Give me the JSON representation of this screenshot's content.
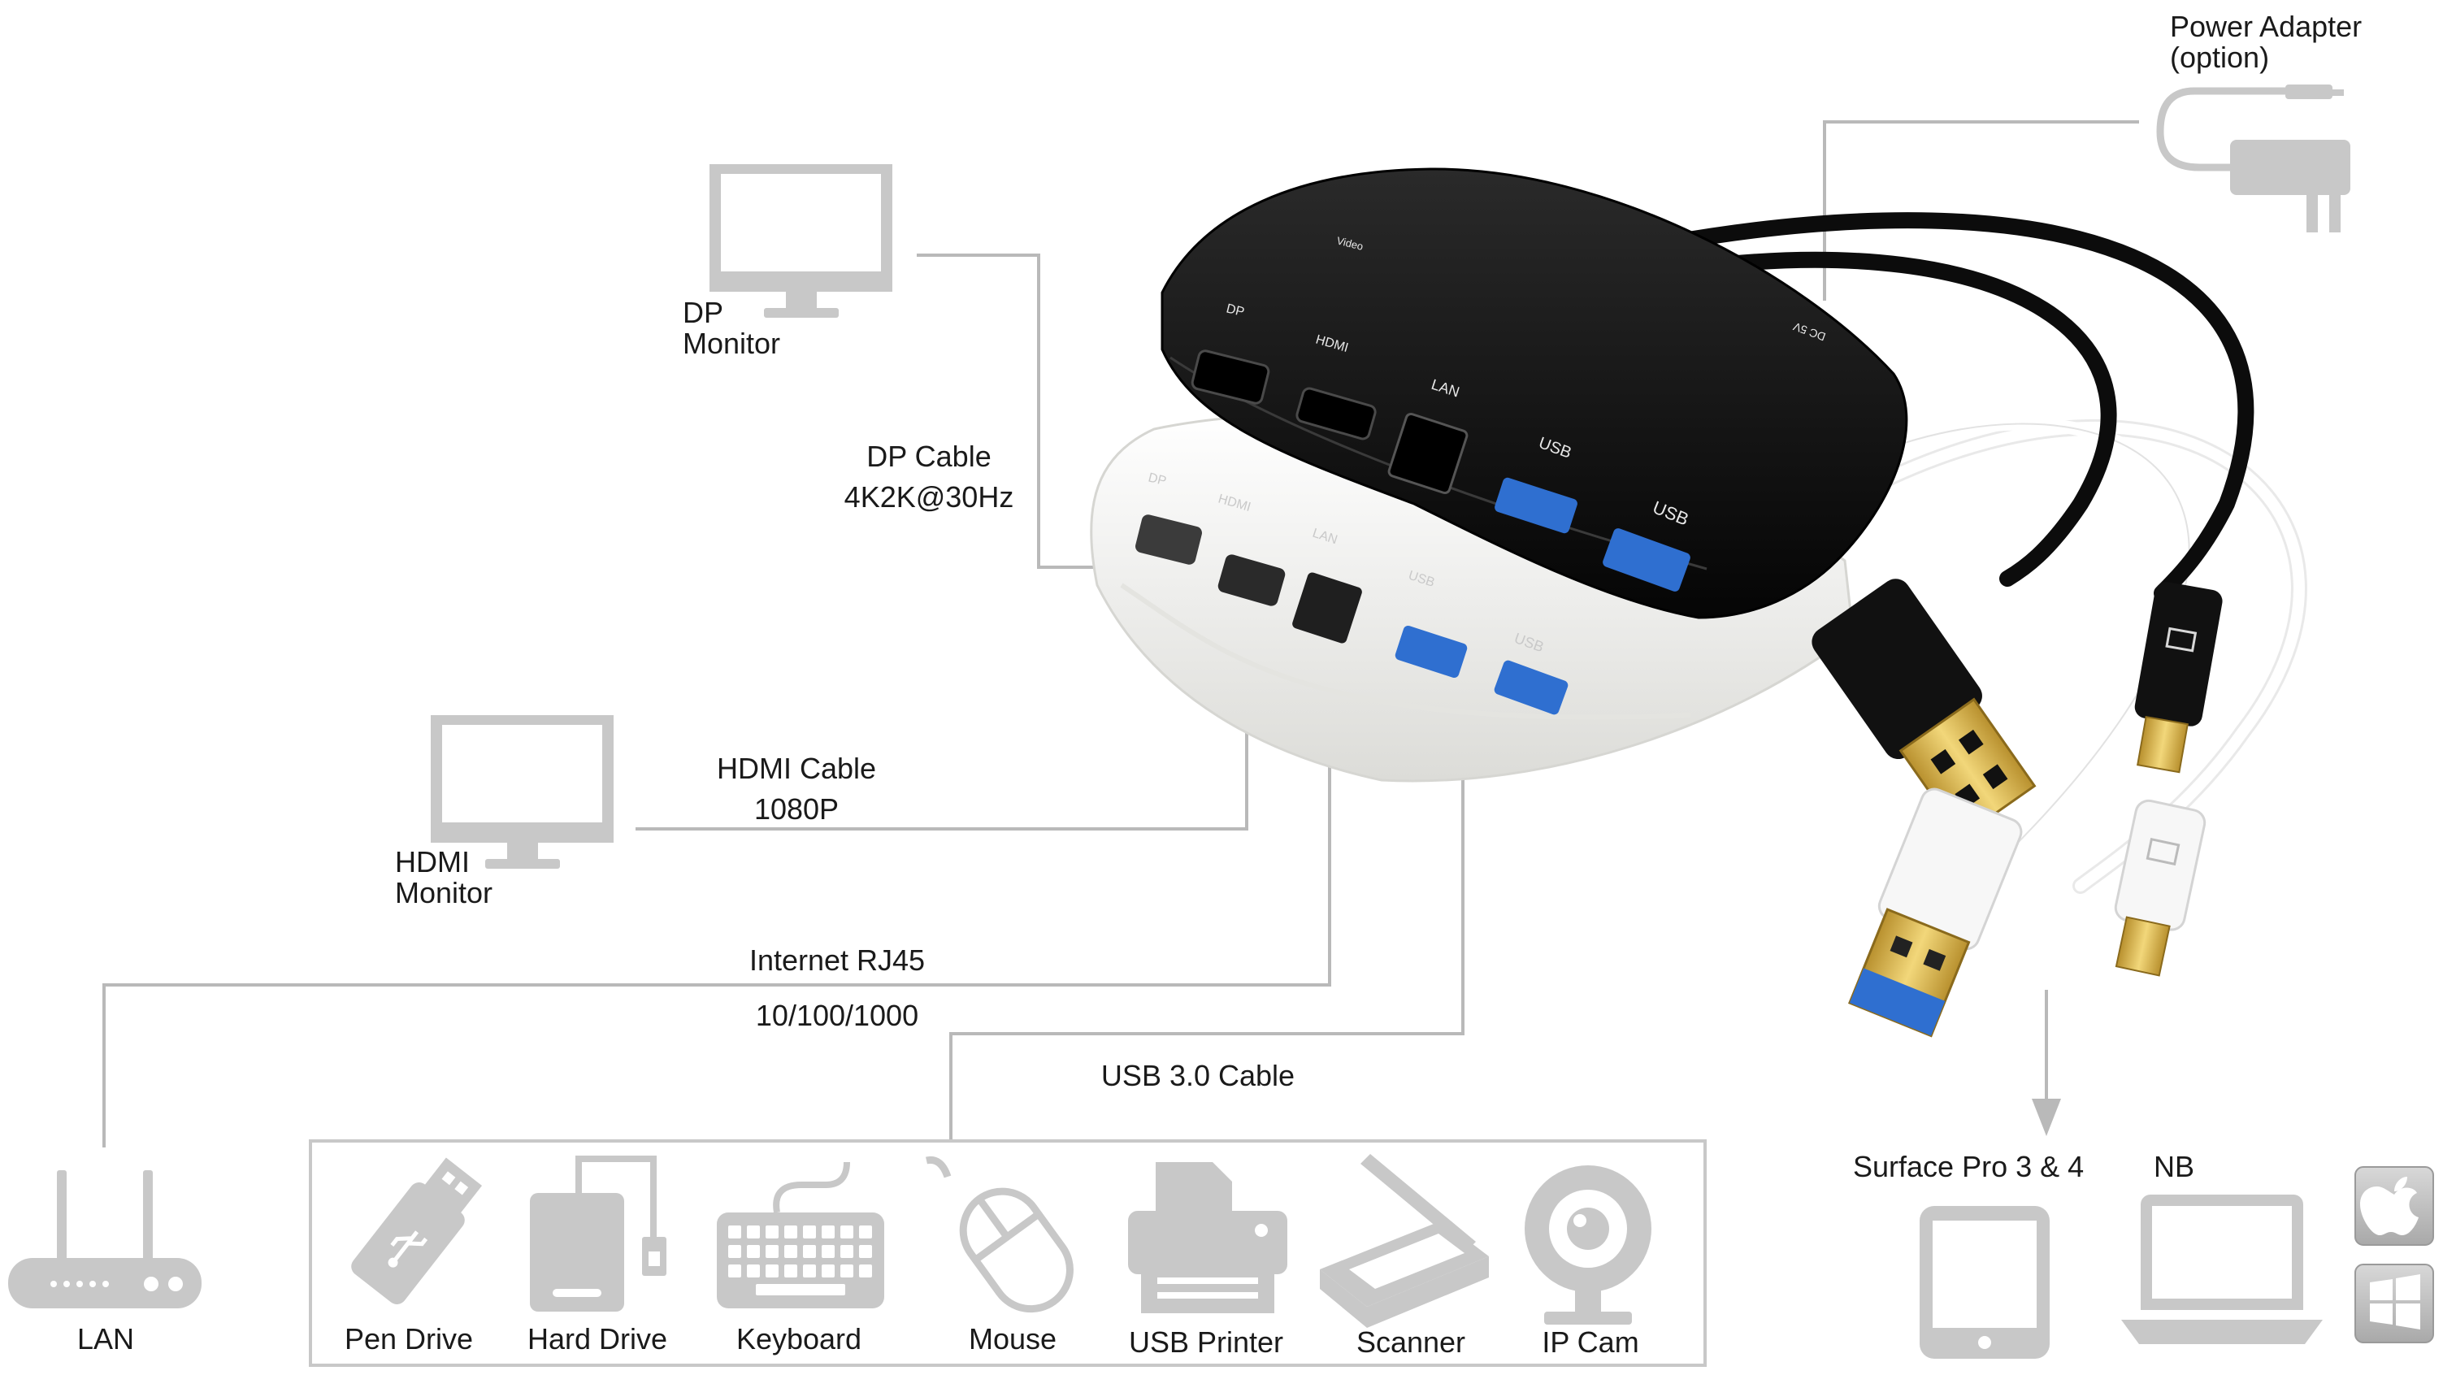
{
  "power_adapter": {
    "line1": "Power Adapter",
    "line2": "(option)"
  },
  "dp_monitor": {
    "line1": "DP",
    "line2": "Monitor"
  },
  "dp_cable": {
    "line1": "DP Cable",
    "line2": "4K2K@30Hz"
  },
  "hdmi_monitor": {
    "line1": "HDMI",
    "line2": "Monitor"
  },
  "hdmi_cable": {
    "line1": "HDMI Cable",
    "line2": "1080P"
  },
  "internet": {
    "line1": "Internet RJ45",
    "line2": "10/100/1000"
  },
  "usb_cable": "USB 3.0 Cable",
  "lan_label": "LAN",
  "devices": [
    {
      "label": "Pen Drive",
      "icon": "pen-drive-icon"
    },
    {
      "label": "Hard Drive",
      "icon": "hard-drive-icon"
    },
    {
      "label": "Keyboard",
      "icon": "keyboard-icon"
    },
    {
      "label": "Mouse",
      "icon": "mouse-icon"
    },
    {
      "label": "USB Printer",
      "icon": "printer-icon"
    },
    {
      "label": "Scanner",
      "icon": "scanner-icon"
    },
    {
      "label": "IP Cam",
      "icon": "webcam-icon"
    }
  ],
  "targets": {
    "surface": "Surface Pro 3 & 4",
    "nb": "NB"
  },
  "black_hub_ports": {
    "video": "Video",
    "dp": "DP",
    "hdmi": "HDMI",
    "lan": "LAN",
    "usb1": "USB",
    "usb2": "USB",
    "dc": "DC 5V"
  },
  "white_hub_ports": {
    "dp": "DP",
    "hdmi": "HDMI",
    "lan": "LAN",
    "usb1": "USB",
    "usb2": "USB"
  },
  "colors": {
    "icon_gray": "#c8c8c8",
    "line_gray": "#b9b9b9",
    "hub_black": "#121212",
    "hub_white": "#f4f4f2",
    "usb_blue": "#2f6fd0",
    "gold": "#d9b64a"
  }
}
